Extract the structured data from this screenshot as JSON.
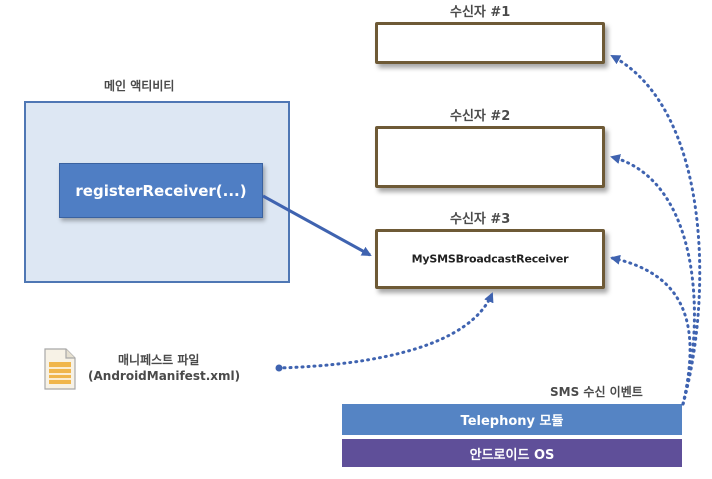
{
  "receivers": [
    {
      "label": "수신자 #1",
      "content": ""
    },
    {
      "label": "수신자 #2",
      "content": ""
    },
    {
      "label": "수신자 #3",
      "content": "MySMSBroadcastReceiver"
    }
  ],
  "main_activity": {
    "label": "메인 액티비티",
    "register_call": "registerReceiver(...)"
  },
  "manifest": {
    "line1": "매니페스트 파일",
    "line2": "(AndroidManifest.xml)",
    "icon": "document-icon"
  },
  "sms_event_label": "SMS 수신 이벤트",
  "telephony_module": "Telephony 모듈",
  "android_os": "안드로이드 OS",
  "colors": {
    "connector": "#3f63b0",
    "receiver_border": "#6e5a36",
    "activity_fill": "#dde7f3",
    "register_fill": "#4f7ec4",
    "telephony_fill": "#5584c4",
    "os_fill": "#5f4f99"
  }
}
